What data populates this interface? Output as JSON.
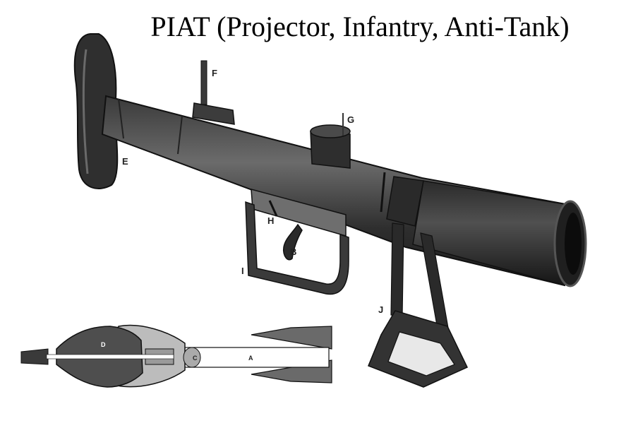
{
  "title": "PIAT (Projector, Infantry, Anti-Tank)",
  "labels": {
    "A": "A",
    "B": "B",
    "C": "C",
    "D": "D",
    "E": "E",
    "F": "F",
    "G": "G",
    "H": "H",
    "I": "I",
    "J": "J"
  }
}
